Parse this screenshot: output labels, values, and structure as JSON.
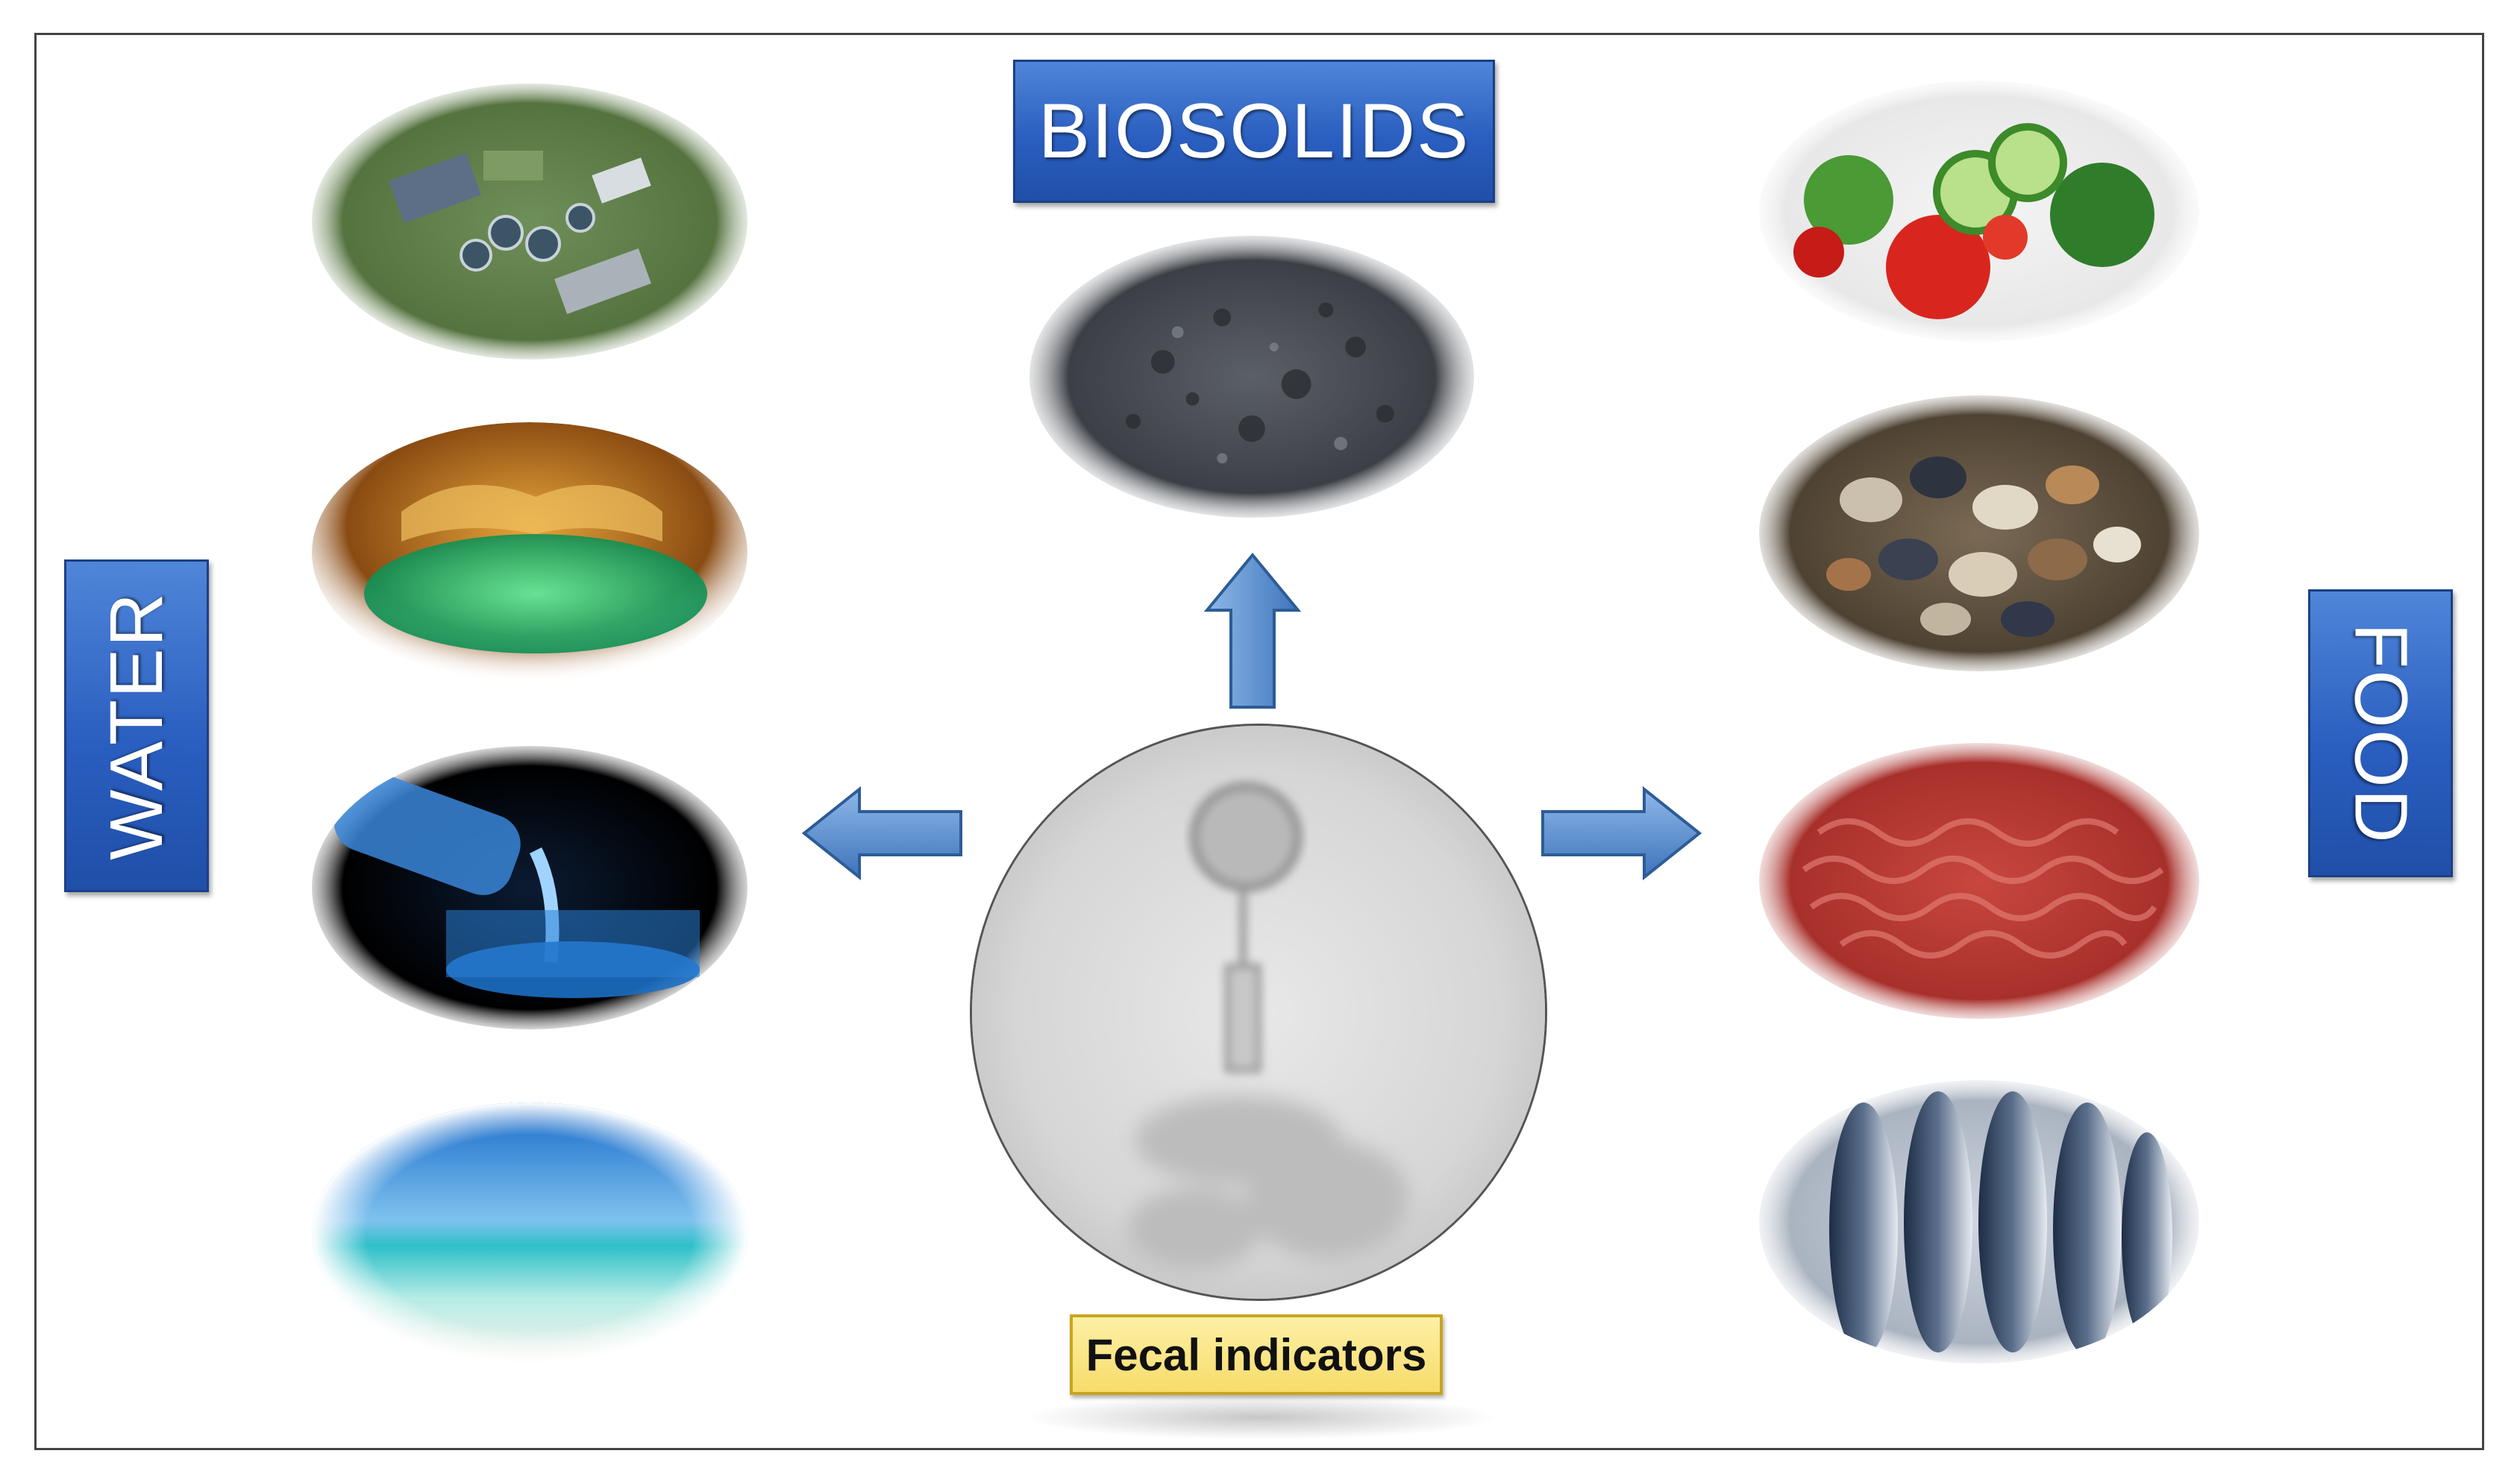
{
  "labels": {
    "biosolids": "BIOSOLIDS",
    "water": "WATER",
    "food": "FOOD",
    "fecal_indicators": "Fecal indicators"
  },
  "colors": {
    "label_blue": "#2a5ec0",
    "arrow_blue": "#5b94cf",
    "fecal_yellow": "#f7dc6a"
  }
}
